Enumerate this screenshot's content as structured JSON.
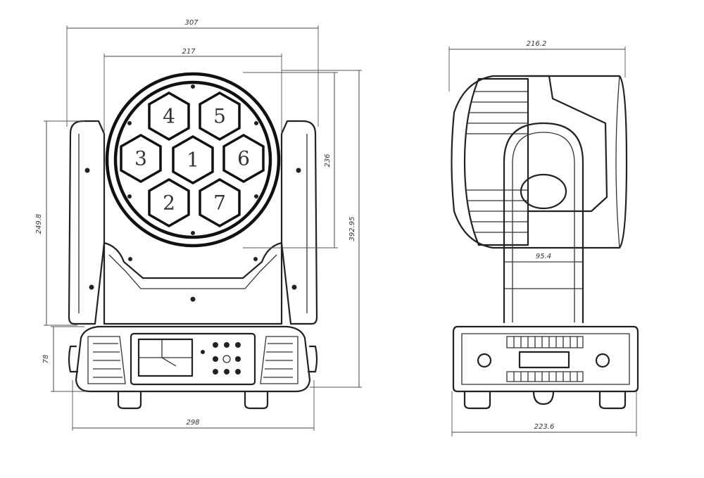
{
  "front_view": {
    "dimensions": {
      "overall_width_top": "307",
      "head_width": "217",
      "head_height": "236",
      "yoke_height": "249.8",
      "overall_height": "392.95",
      "base_height": "78",
      "base_width": "298"
    },
    "lens_numbers": [
      "1",
      "2",
      "3",
      "4",
      "5",
      "6",
      "7"
    ]
  },
  "side_view": {
    "dimensions": {
      "overall_width_top": "216.2",
      "arm_width": "95.4",
      "base_width": "223.6"
    }
  },
  "colors": {
    "line": "#222222",
    "background": "#ffffff"
  }
}
